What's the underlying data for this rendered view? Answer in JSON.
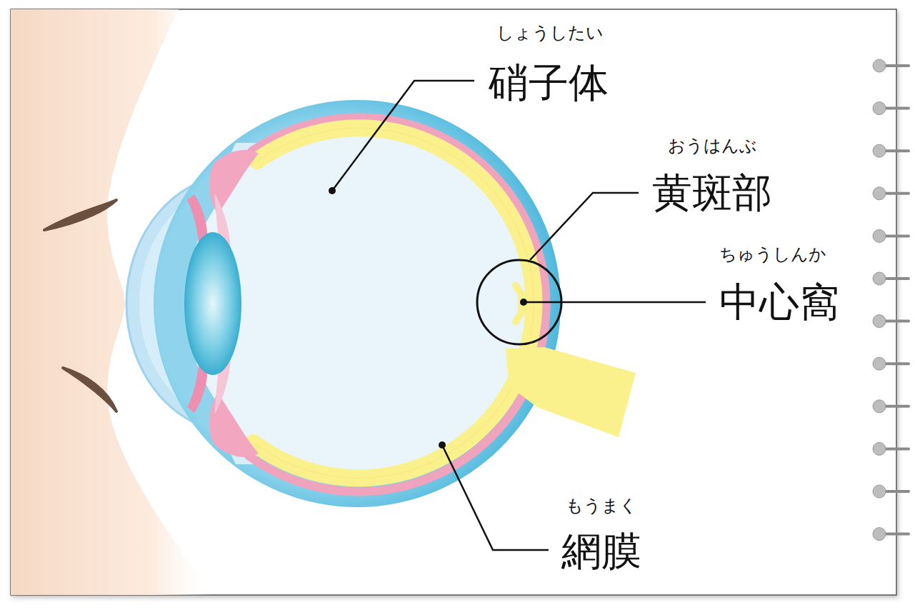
{
  "diagram": {
    "labels": [
      "しょうしたい",
      "硝子体",
      "おうはんぶ",
      "黄斑部",
      "ちゅうしんか",
      "中心窩",
      "もうまく",
      "網膜"
    ]
  }
}
